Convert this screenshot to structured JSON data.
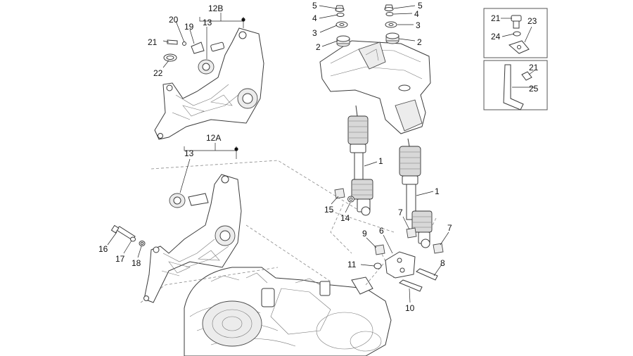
{
  "callouts": {
    "c1a": "1",
    "c1b": "1",
    "c2a": "2",
    "c2b": "2",
    "c3a": "3",
    "c3b": "3",
    "c4a": "4",
    "c4b": "4",
    "c5a": "5",
    "c5b": "5",
    "c6": "6",
    "c7a": "7",
    "c7b": "7",
    "c8": "8",
    "c9": "9",
    "c10": "10",
    "c11": "11",
    "c12a": "12A",
    "c12b": "12B",
    "c13a": "13",
    "c13b": "13",
    "c14": "14",
    "c15": "15",
    "c16": "16",
    "c17": "17",
    "c18": "18",
    "c19": "19",
    "c20": "20",
    "c21a": "21",
    "c21b": "21",
    "c21c": "21",
    "c22": "22",
    "c23": "23",
    "c24": "24",
    "c25": "25"
  }
}
